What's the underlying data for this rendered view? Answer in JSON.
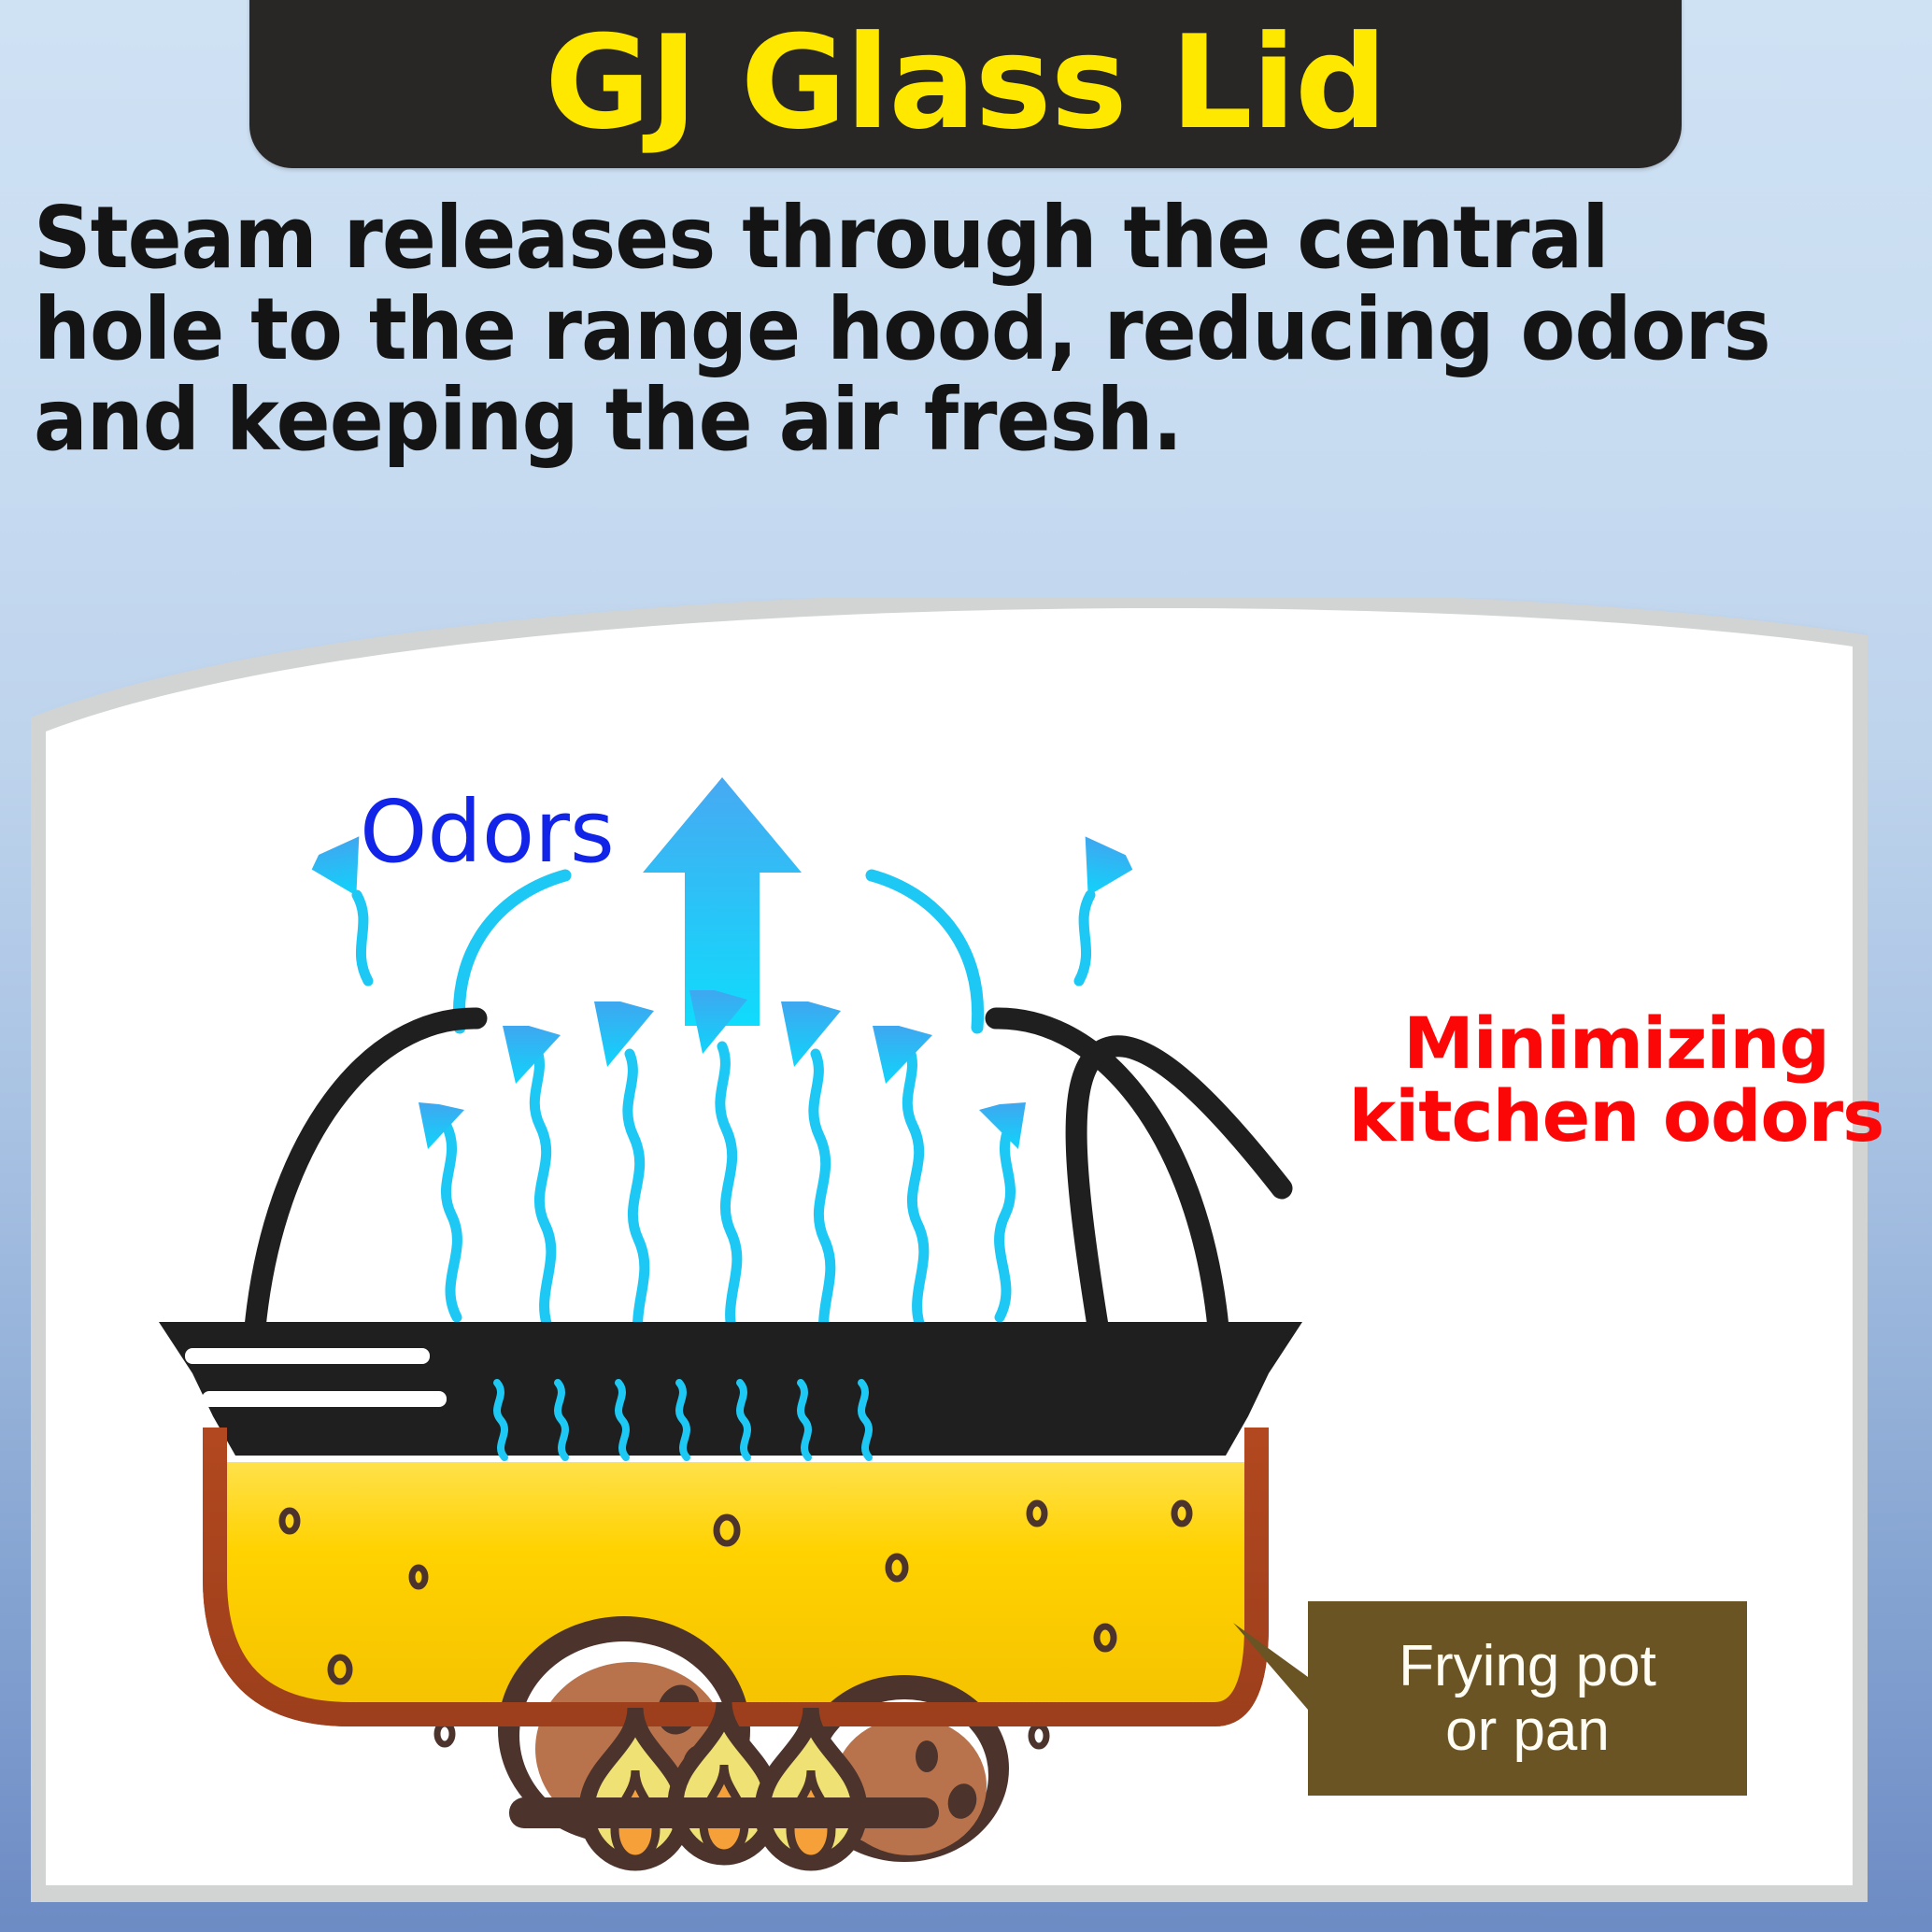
{
  "banner": {
    "title": "GJ Glass Lid",
    "bg_color": "#292726",
    "text_color": "#ffe800"
  },
  "subtitle": {
    "line1": "Steam releases through the central",
    "line2": "hole to the range hood, reducing odors",
    "line3": "and keeping the air fresh.",
    "text_color": "#141414"
  },
  "illustration": {
    "odors_label": "Odors",
    "odors_color": "#1124e8",
    "minimizing_line1": "Minimizing",
    "minimizing_line2": "kitchen odors",
    "minimizing_color": "#fb0707",
    "frying_line1": "Frying pot",
    "frying_line2": "or pan",
    "callout_bg": "#6b5423",
    "callout_text_color": "#fffdf4",
    "steam_color": "#18c8f0",
    "arrow_color_top": "#47a9f2",
    "arrow_color_bottom": "#0fdcfc",
    "pot_rim_color": "#b2481f",
    "oil_color": "#ffd000",
    "lid_color": "#1f1f1f",
    "flame_outline": "#4c332c",
    "flame_outer": "#efe173",
    "flame_inner": "#f6a039",
    "burner_color": "#4c332c",
    "card_bg": "#ffffff",
    "card_border": "#d2d4d3"
  },
  "background": {
    "gradient_top": "#cfe2f4",
    "gradient_bottom": "#6d8bc4"
  }
}
